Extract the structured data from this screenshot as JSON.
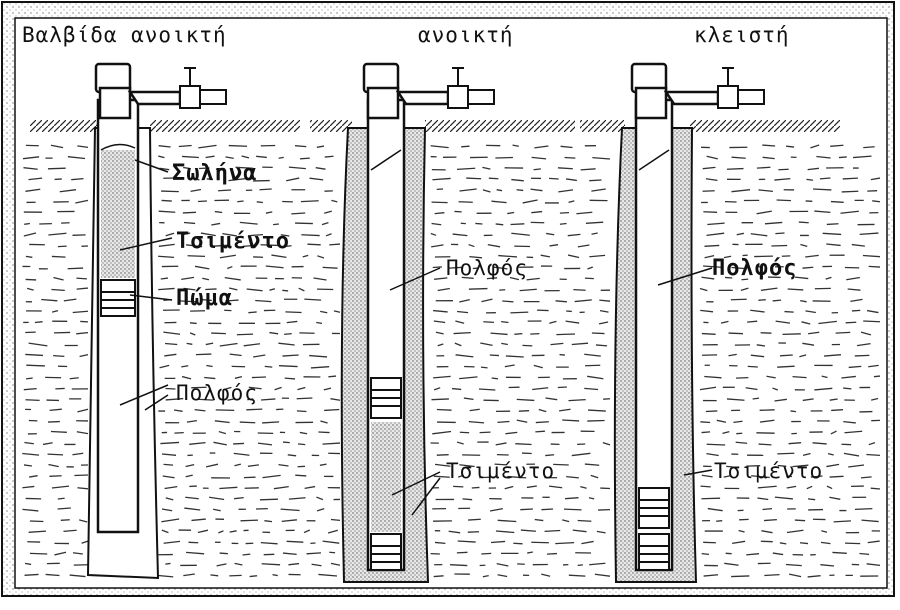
{
  "panels": [
    {
      "valve_label": "Βαλβίδα ανοικτή",
      "labels": [
        "Σωλήνα",
        "Τσιμέντο",
        "Πώμα",
        "Πολφός"
      ]
    },
    {
      "valve_label": "ανοικτή",
      "labels": [
        "Πολφός",
        "Τσιμέντο"
      ]
    },
    {
      "valve_label": "κλειστή",
      "labels": [
        "Πολφός",
        "Τσιμέντο"
      ]
    }
  ],
  "colors": {
    "ink": "#111111",
    "background": "#ffffff",
    "stipple": "#c9c9c9"
  }
}
